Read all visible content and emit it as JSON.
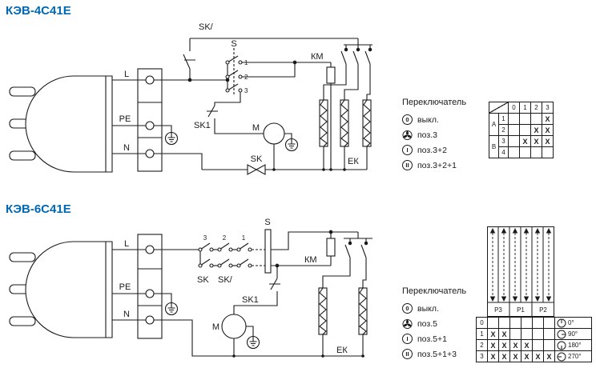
{
  "diagram1": {
    "title": "КЭВ-4С41Е",
    "labels": {
      "l": "L",
      "pe": "PE",
      "n": "N",
      "sk_breaker": "SK/",
      "switch_s": "S",
      "contact1": "1",
      "contact2": "2",
      "contact3": "3",
      "sk1": "SK1",
      "sk": "SK",
      "motor": "М",
      "km": "КМ",
      "ek": "ЕК"
    },
    "legend": {
      "title": "Переключатель",
      "items": [
        {
          "symbol": "0",
          "label": "выкл."
        },
        {
          "symbol": "fan",
          "label": "поз.3"
        },
        {
          "symbol": "I",
          "label": "поз.3+2"
        },
        {
          "symbol": "II",
          "label": "поз.3+2+1"
        }
      ]
    },
    "table": {
      "positions": [
        "0",
        "1",
        "2",
        "3"
      ],
      "groups": [
        {
          "name": "А"
        },
        {
          "name": "В"
        }
      ],
      "rows": [
        {
          "contact": "1",
          "cells": [
            "",
            "",
            "",
            "Х"
          ]
        },
        {
          "contact": "2",
          "cells": [
            "",
            "",
            "Х",
            "Х"
          ]
        },
        {
          "contact": "3",
          "cells": [
            "",
            "Х",
            "Х",
            "Х"
          ]
        },
        {
          "contact": "4",
          "cells": [
            "",
            "",
            "",
            ""
          ]
        }
      ]
    }
  },
  "diagram2": {
    "title": "КЭВ-6С41Е",
    "labels": {
      "l": "L",
      "pe": "PE",
      "n": "N",
      "switch_s": "S",
      "sk": "SK",
      "sk_breaker": "SK/",
      "sk1": "SK1",
      "motor": "М",
      "km": "КМ",
      "ek": "ЕК",
      "row_numbers": [
        "3",
        "2",
        "1"
      ]
    },
    "legend": {
      "title": "Переключатель",
      "items": [
        {
          "symbol": "0",
          "label": "выкл."
        },
        {
          "symbol": "fan",
          "label": "поз.5"
        },
        {
          "symbol": "I",
          "label": "поз.5+1"
        },
        {
          "symbol": "II",
          "label": "поз.5+1+3"
        }
      ]
    },
    "selector": {
      "groups": [
        "Р3",
        "Р1",
        "Р2"
      ]
    },
    "table": {
      "rows": [
        {
          "position": "0",
          "cells": [
            "",
            "",
            "",
            "",
            "",
            ""
          ],
          "angle": "0°"
        },
        {
          "position": "1",
          "cells": [
            "Х",
            "Х",
            "",
            "",
            "",
            ""
          ],
          "angle": "90°"
        },
        {
          "position": "2",
          "cells": [
            "Х",
            "Х",
            "Х",
            "Х",
            "",
            ""
          ],
          "angle": "180°"
        },
        {
          "position": "3",
          "cells": [
            "Х",
            "Х",
            "Х",
            "Х",
            "Х",
            "Х"
          ],
          "angle": "270°"
        }
      ]
    }
  }
}
